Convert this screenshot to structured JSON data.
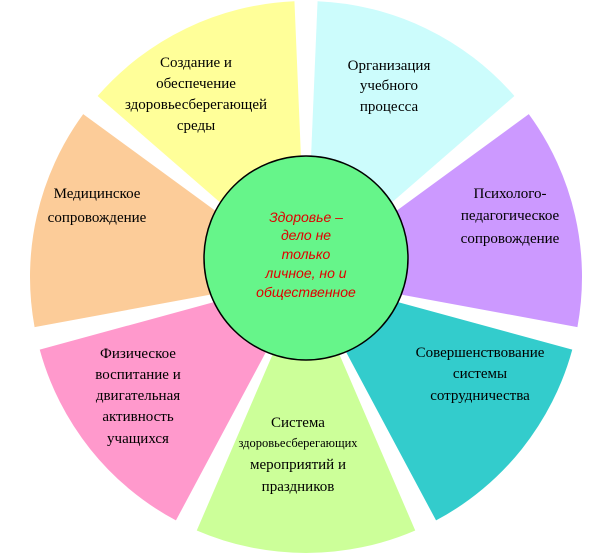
{
  "center": {
    "lines": [
      "Здоровье –",
      "дело не",
      "только",
      "личное, но и",
      "общественное"
    ],
    "fill": "#66f58a",
    "text_color": "#e00000"
  },
  "segments": [
    {
      "id": "organization",
      "lines": [
        "Организация",
        "учебного",
        "процесса"
      ],
      "color": "#ccfcfc"
    },
    {
      "id": "psych-ped",
      "lines": [
        "Психолого-",
        "педагогическое",
        "сопровождение"
      ],
      "color": "#cc99ff"
    },
    {
      "id": "cooperation",
      "lines": [
        "Совершенствование",
        "системы",
        "сотрудничества"
      ],
      "color": "#33cccc"
    },
    {
      "id": "events",
      "lines": [
        "Система",
        "здоровьесберегающих",
        "мероприятий и",
        "праздников"
      ],
      "color": "#ccff99"
    },
    {
      "id": "physical",
      "lines": [
        "Физическое",
        "воспитание и",
        "двигательная",
        "активность",
        "учащихся"
      ],
      "color": "#ff99cc"
    },
    {
      "id": "medical",
      "lines": [
        "Медицинское",
        "сопровождение"
      ],
      "color": "#fccc99"
    },
    {
      "id": "environment",
      "lines": [
        "Создание и",
        "обеспечение",
        "здоровьесберегающей",
        "среды"
      ],
      "color": "#ffff99"
    }
  ]
}
